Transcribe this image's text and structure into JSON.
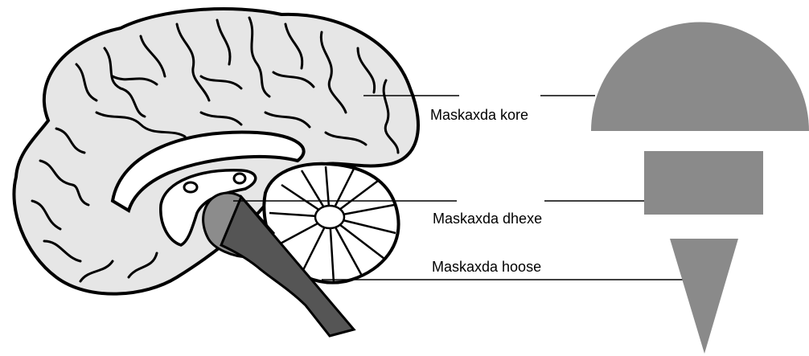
{
  "labels": {
    "upper_brain": "Maskaxda kore",
    "middle_brain": "Maskaxda dhexe",
    "lower_brain": "Maskaxda hoose"
  },
  "colors": {
    "cortex_fill": "#e6e6e6",
    "outline": "#000000",
    "brainstem_light": "#8c8c8c",
    "brainstem_dark": "#555555",
    "shape_fill": "#8a8a8a",
    "leader_line": "#000000"
  }
}
